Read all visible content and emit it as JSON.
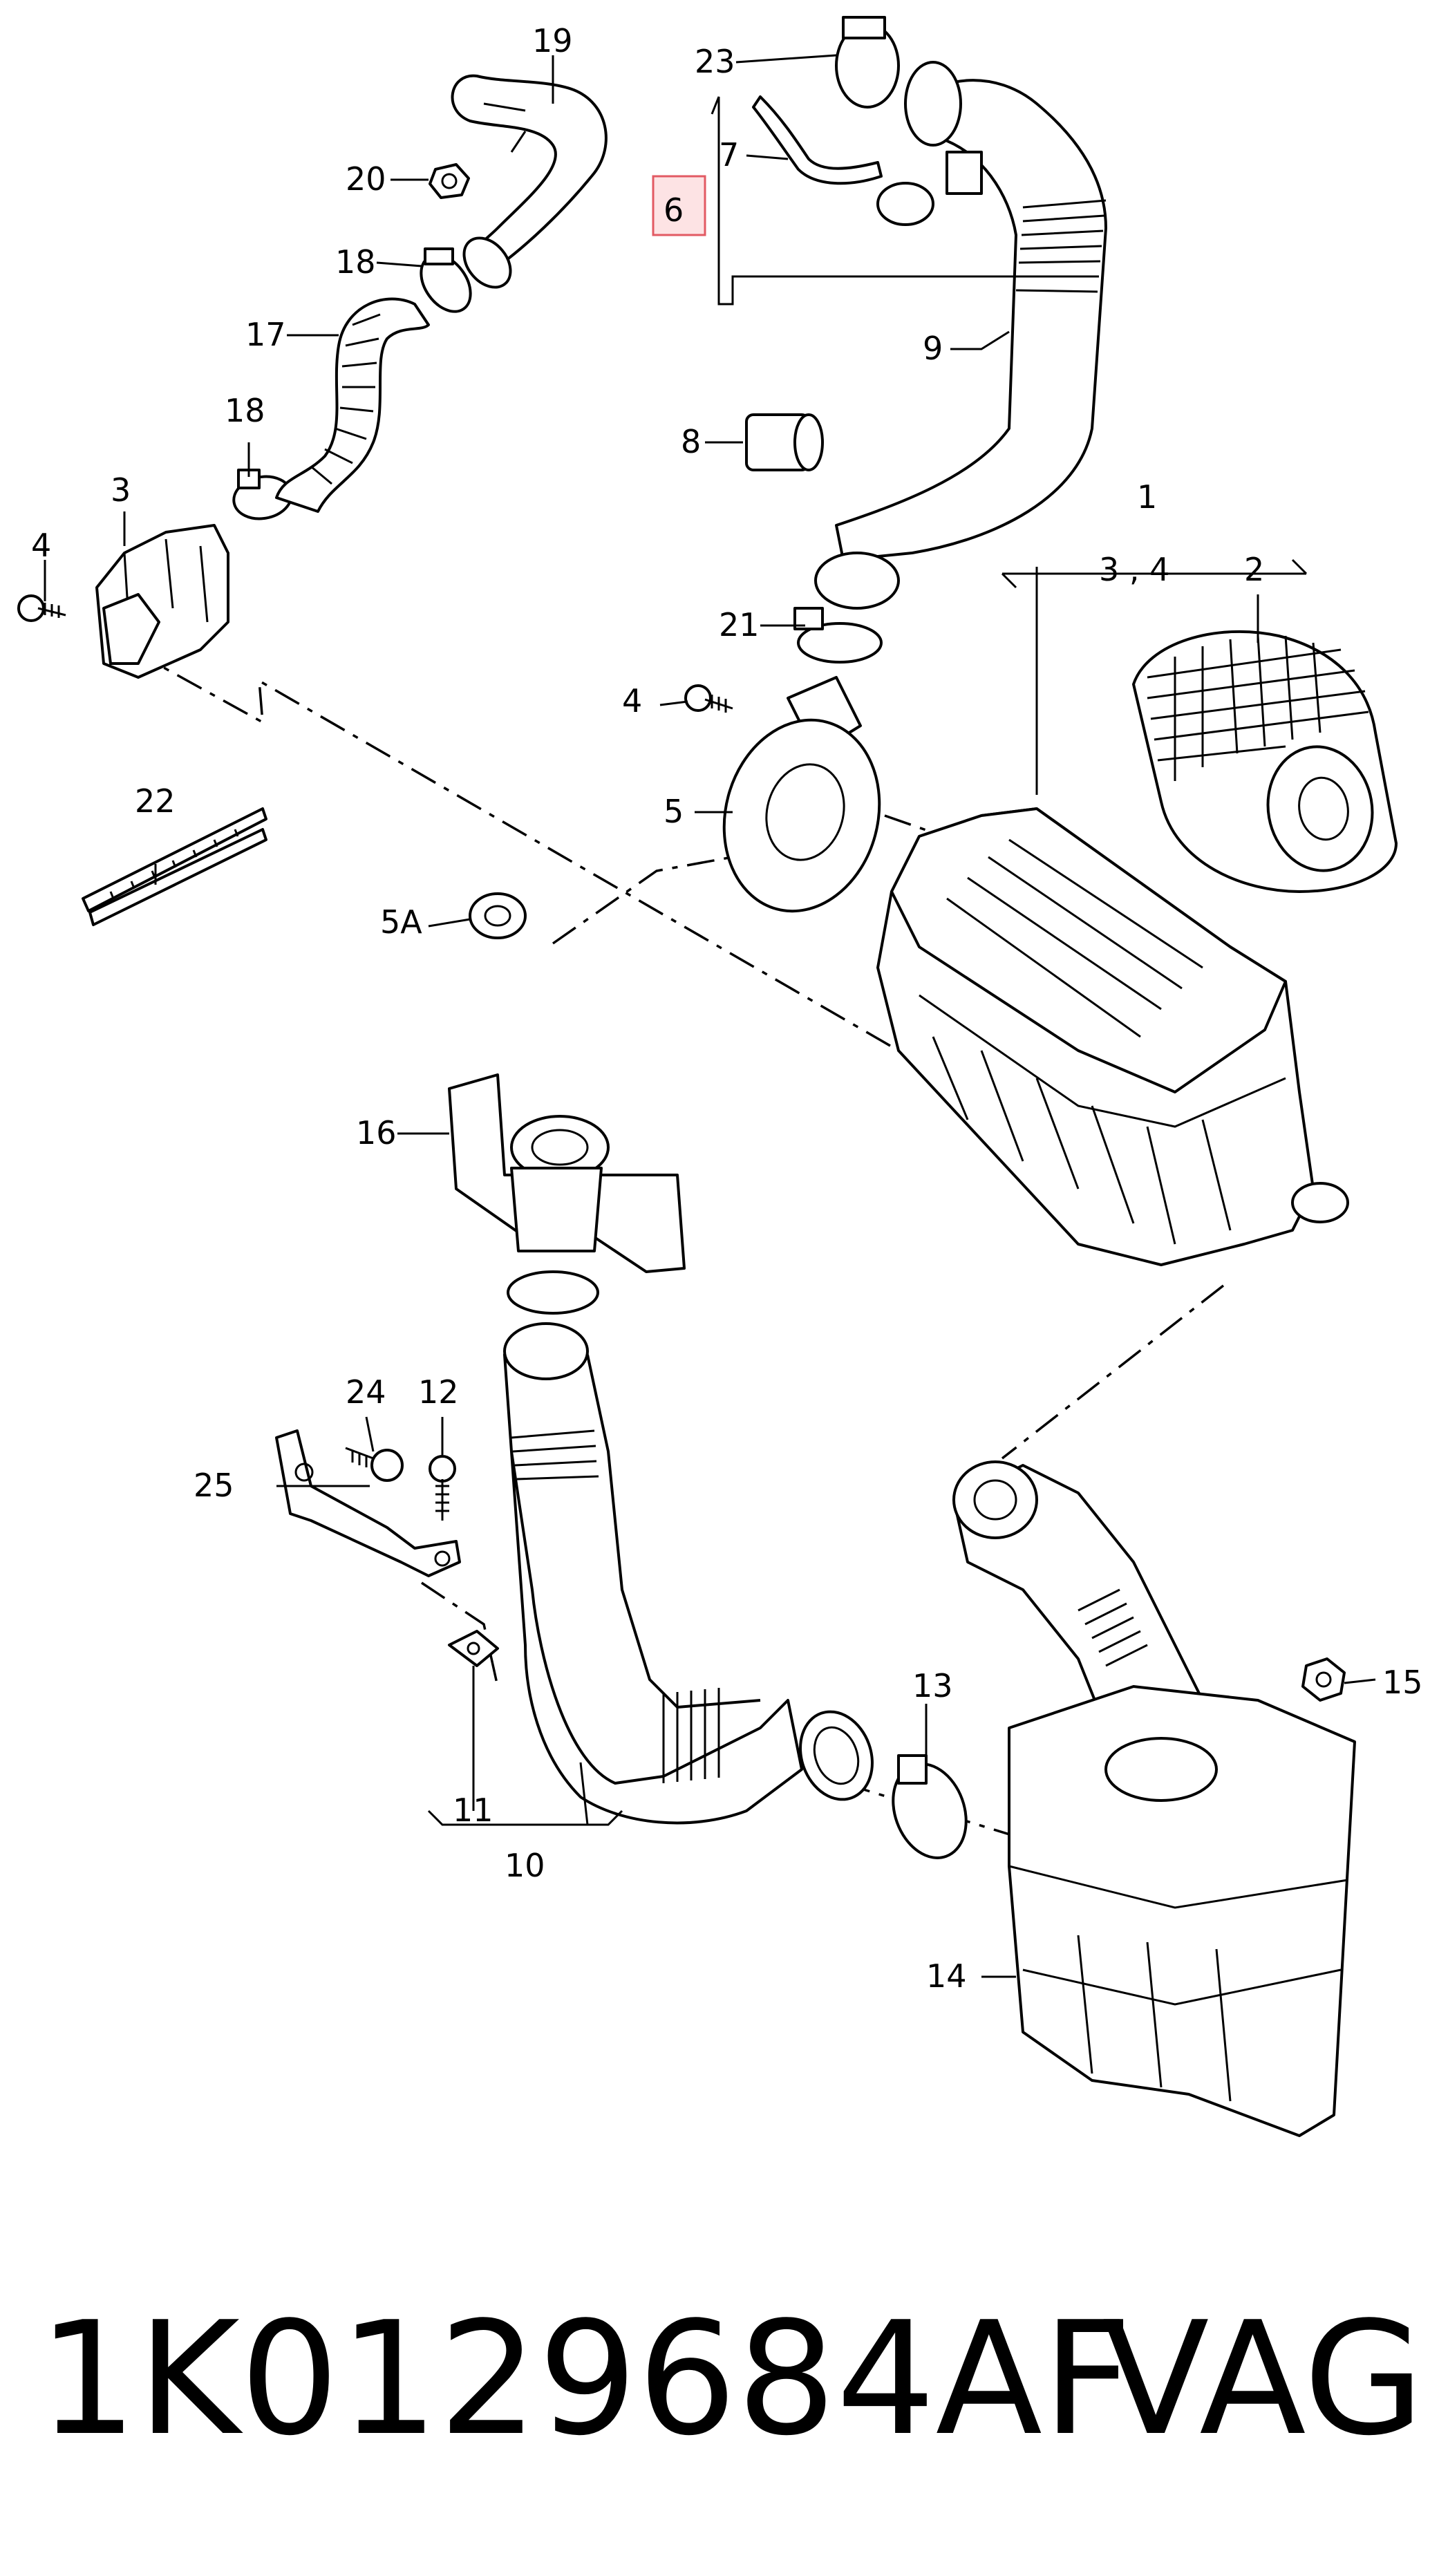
{
  "callouts": {
    "c1": "1",
    "c2": "2",
    "c3": "3",
    "c34": "3 , 4",
    "c4a": "4",
    "c4b": "4",
    "c5": "5",
    "c5a": "5A",
    "c6": "6",
    "c7": "7",
    "c8": "8",
    "c9": "9",
    "c10": "10",
    "c11": "11",
    "c12": "12",
    "c13": "13",
    "c14": "14",
    "c15": "15",
    "c16": "16",
    "c17": "17",
    "c18a": "18",
    "c18b": "18",
    "c19": "19",
    "c20": "20",
    "c21": "21",
    "c22": "22",
    "c23": "23",
    "c24": "24",
    "c25": "25"
  },
  "caption": {
    "part_number": "1K0129684AF",
    "brand": "VAG"
  },
  "highlight_color": "#e25a63"
}
